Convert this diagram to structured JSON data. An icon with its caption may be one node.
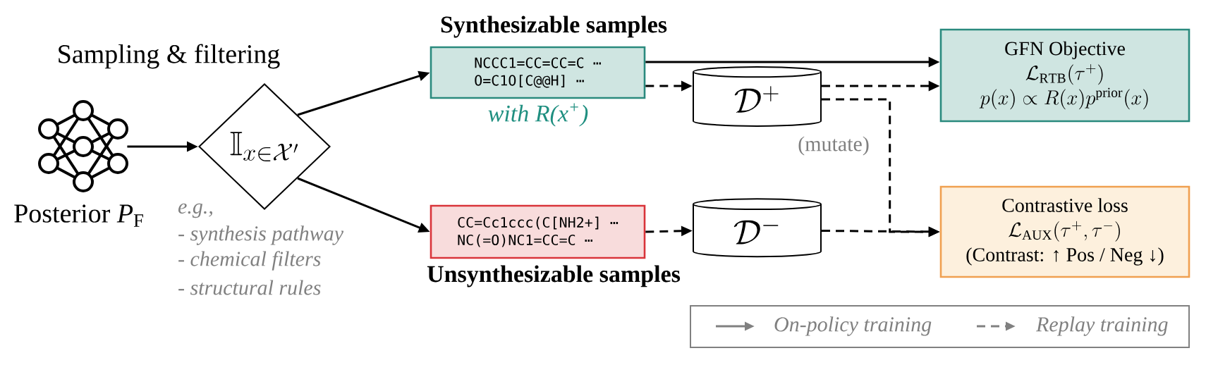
{
  "diagram": {
    "title": "Sampling & filtering",
    "nodes": [
      {
        "text": [],
        "shape": "picture",
        "beside": [
          "Posterior *P*$_{F}$"
        ]
      },
      {
        "text": [
          "\\mathbb{I}_{x\\in\\mathcal{X}'}"
        ],
        "beside": [
          "e.g.,",
          "- synthesis pathway",
          "- chemical filters",
          "- structural rules"
        ]
      },
      {
        "text": [
          "Synthesizable samples",
          "NCCC1=CC=CC=C ⋯",
          "O=C1O[C@@H] ⋯"
        ],
        "beside": [
          "with R(x$^{+}$)"
        ]
      },
      {
        "text": [
          "CC=Cc1ccc(C[NH2+] ⋯",
          "NC(=O)NC1=CC=C ⋯",
          "Unsynthesizable samples"
        ]
      },
      {
        "text": [
          "\\mathcal{D}^{+}"
        ]
      },
      {
        "text": [
          "\\mathcal{D}^{-}"
        ]
      },
      {
        "text": [
          "GFN Objective",
          "\\mathcal{L}_{\\mathrm{RTB}}(\\tau^{+})",
          "p(x)\\propto R(x)p^{\\mathrm{prior}}(x)"
        ]
      },
      {
        "text": [
          "Contrastive loss",
          "\\mathcal{L}_{\\mathrm{AUX}}(\\tau^{+},\\tau^{-})",
          "(Contrast: ↑ Pos / Neg ↓)"
        ]
      }
    ],
    "edges": [
      {
        "from": 0,
        "to": 1,
        "arrow": "to"
      },
      {
        "from": 1,
        "to": 2,
        "arrow": "to"
      },
      {
        "from": 1,
        "to": 3,
        "arrow": "to"
      },
      {
        "from": 2,
        "to": 6,
        "arrow": "to"
      },
      {
        "from": 2,
        "to": 4,
        "arrow": "to",
        "style": "dashed"
      },
      {
        "from": 4,
        "to": 6,
        "arrow": "to",
        "style": "dashed"
      },
      {
        "from": 4,
        "to": 7,
        "arrow": "to",
        "style": "dashed",
        "label": "(mutate)"
      },
      {
        "from": 3,
        "to": 5,
        "arrow": "to",
        "style": "dashed"
      },
      {
        "from": 5,
        "to": 7,
        "arrow": "to",
        "style": "dashed"
      }
    ],
    "legend": [
      {
        "text": "On-policy training"
      },
      {
        "text": "Replay training"
      }
    ]
  }
}
